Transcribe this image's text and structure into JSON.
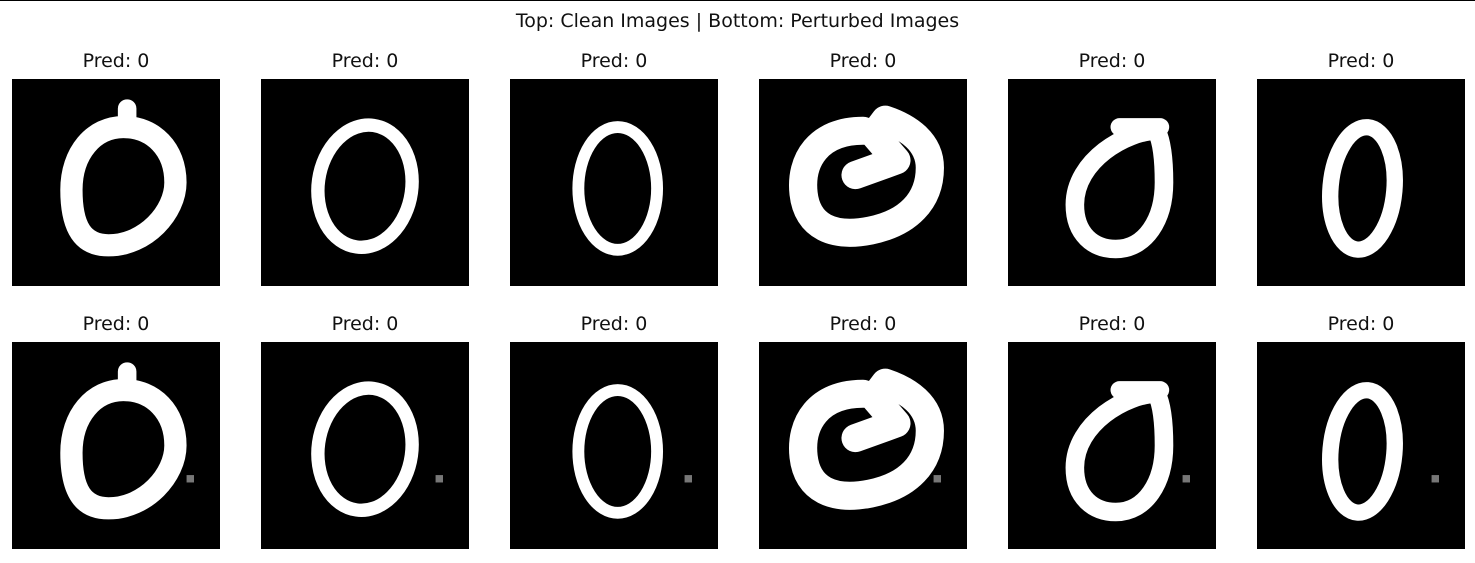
{
  "figure": {
    "suptitle": "Top: Clean Images | Bottom: Perturbed Images"
  },
  "rows": [
    {
      "panels": [
        {
          "pred": "Pred: 0",
          "digit": 0
        },
        {
          "pred": "Pred: 0",
          "digit": 0
        },
        {
          "pred": "Pred: 0",
          "digit": 0
        },
        {
          "pred": "Pred: 0",
          "digit": 0
        },
        {
          "pred": "Pred: 0",
          "digit": 0
        },
        {
          "pred": "Pred: 0",
          "digit": 0
        }
      ]
    },
    {
      "panels": [
        {
          "pred": "Pred: 0",
          "digit": 0
        },
        {
          "pred": "Pred: 0",
          "digit": 0
        },
        {
          "pred": "Pred: 0",
          "digit": 0
        },
        {
          "pred": "Pred: 0",
          "digit": 0
        },
        {
          "pred": "Pred: 0",
          "digit": 0
        },
        {
          "pred": "Pred: 0",
          "digit": 0
        }
      ]
    }
  ]
}
